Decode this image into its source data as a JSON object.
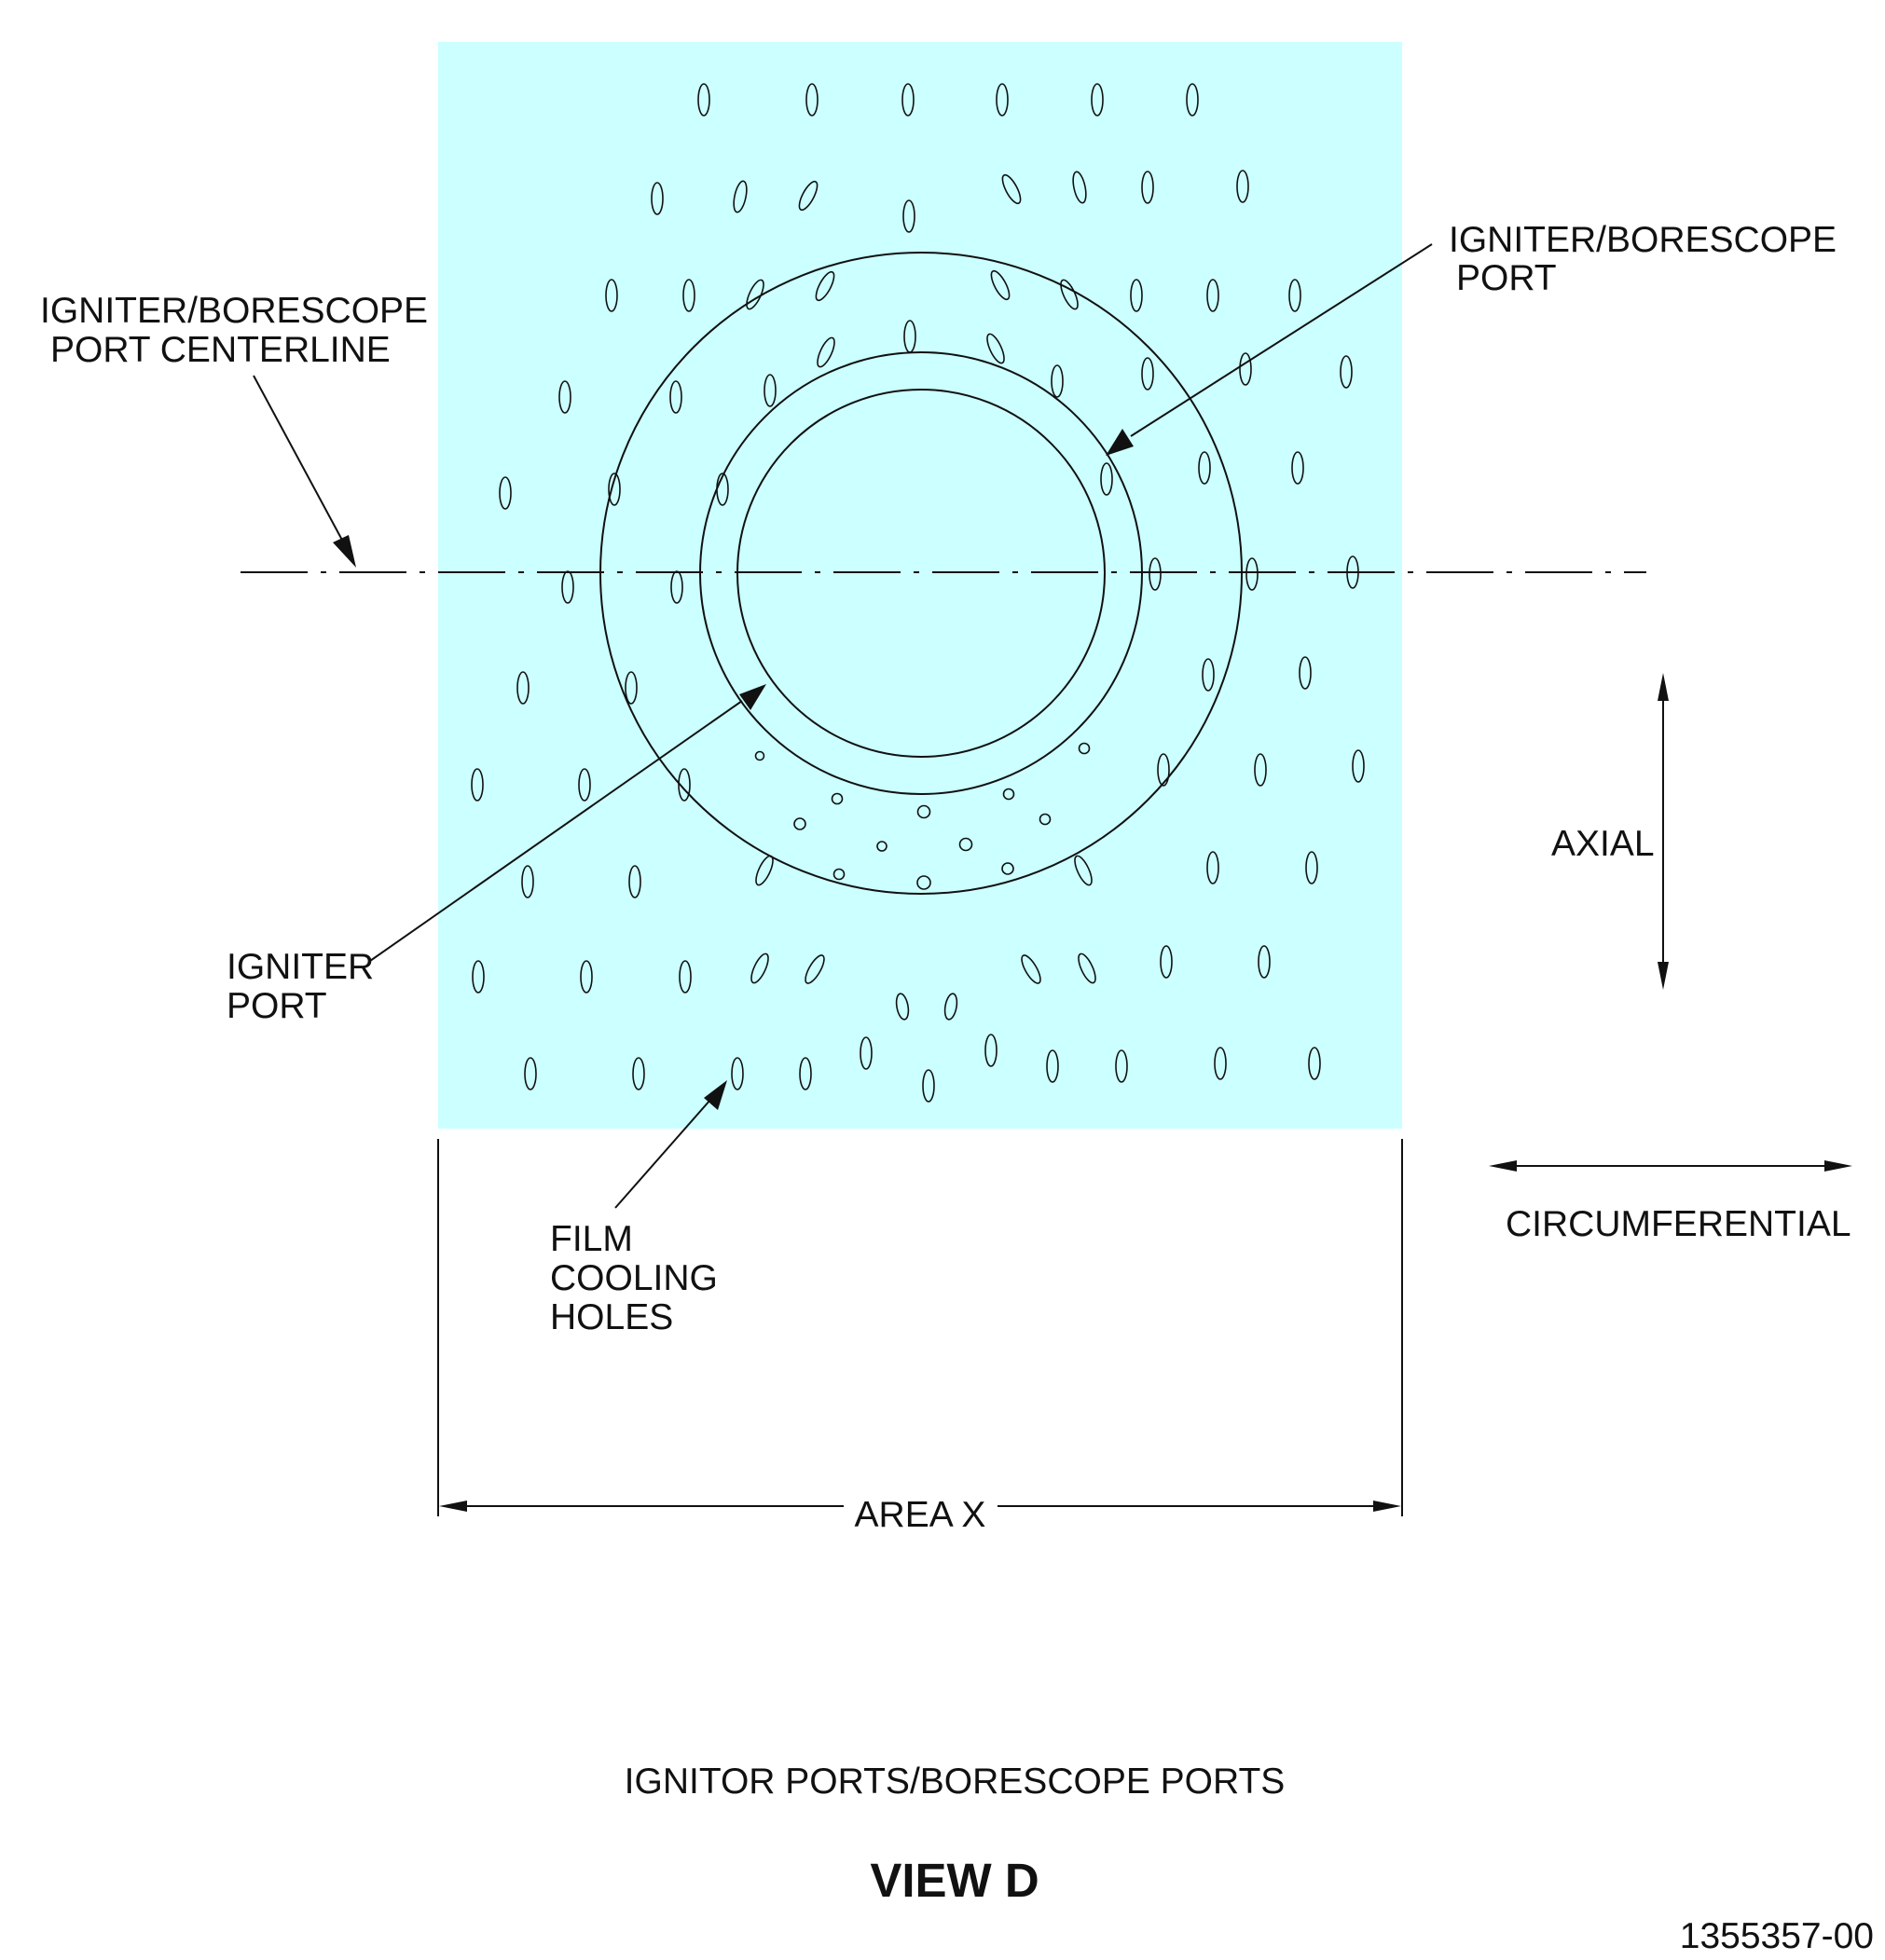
{
  "labels": {
    "centerline_line1": "IGNITER/BORESCOPE",
    "centerline_line2": "PORT CENTERLINE",
    "borescope_port_line1": "IGNITER/BORESCOPE",
    "borescope_port_line2": "PORT",
    "igniter_port_line1": "IGNITER",
    "igniter_port_line2": "PORT",
    "film_line1": "FILM",
    "film_line2": "COOLING",
    "film_line3": "HOLES",
    "axial": "AXIAL",
    "circumferential": "CIRCUMFERENTIAL",
    "area": "AREA X",
    "subtitle": "IGNITOR PORTS/BORESCOPE PORTS",
    "view_title": "VIEW D",
    "drawing_number": "1355357-00"
  },
  "colors": {
    "panel_fill": "#ccffff",
    "line": "#111111",
    "background": "#ffffff"
  }
}
